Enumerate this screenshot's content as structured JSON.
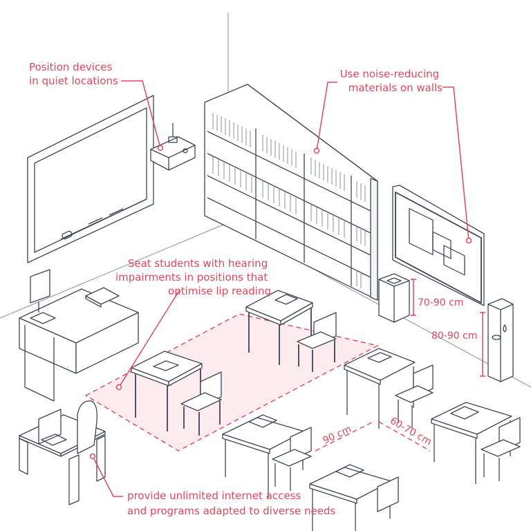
{
  "annotations": {
    "devices": [
      "Position devices",
      "in quiet locations"
    ],
    "walls": [
      "Use noise-reducing",
      "materials on walls"
    ],
    "seating": [
      "Seat students with hearing",
      "impairments in positions that",
      "optimise lip reading"
    ],
    "internet": [
      "provide unlimited internet access",
      "and programs adapted to diverse needs"
    ]
  },
  "dimensions": {
    "bin_height": "70-90 cm",
    "fountain_height": "80-90 cm",
    "desk_gap": "90 cm",
    "aisle_gap": "60-70 cm"
  },
  "colors": {
    "accent": "#e0475b",
    "line": "#3f4553",
    "seat_zone": "#fbe6e9"
  }
}
